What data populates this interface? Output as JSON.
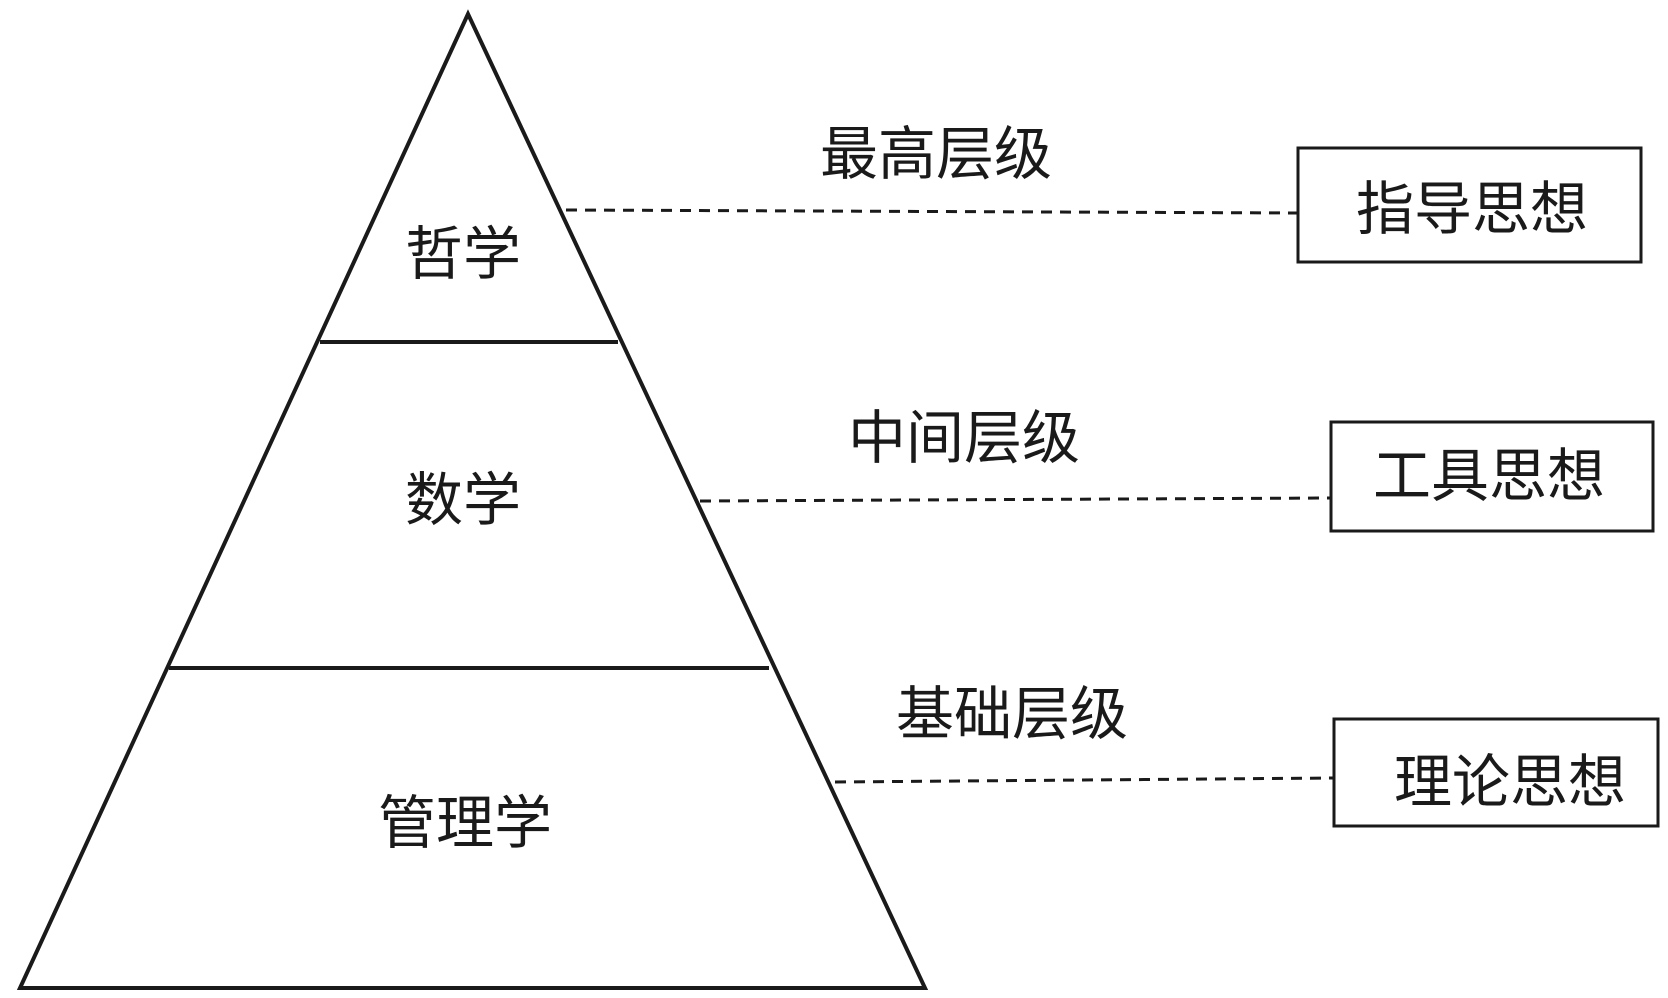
{
  "pyramid": {
    "tiers": [
      {
        "label": "哲学"
      },
      {
        "label": "数学"
      },
      {
        "label": "管理学"
      }
    ]
  },
  "levels": [
    {
      "label": "最高层级",
      "box": "指导思想"
    },
    {
      "label": "中间层级",
      "box": "工具思想"
    },
    {
      "label": "基础层级",
      "box": "理论思想"
    }
  ]
}
